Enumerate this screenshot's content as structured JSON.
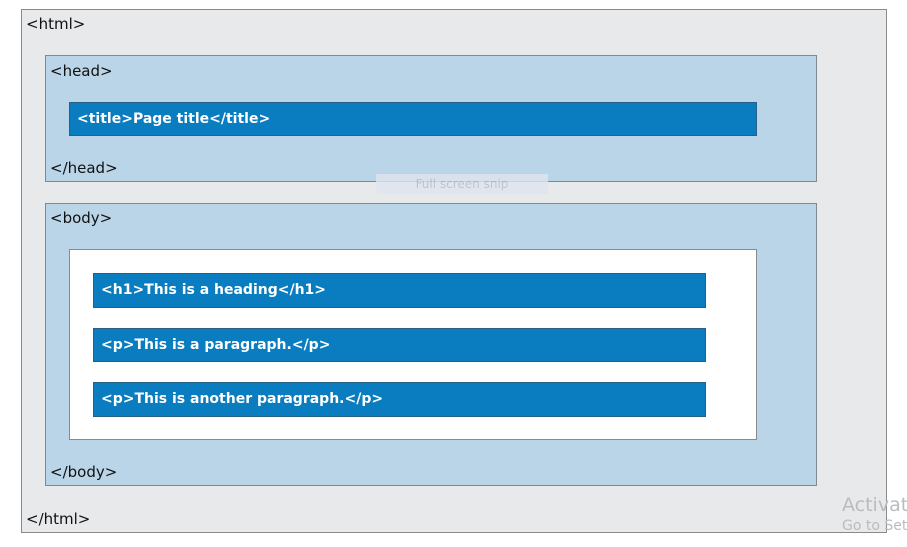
{
  "html": {
    "open": "<html>",
    "close": "</html>"
  },
  "head": {
    "open": "<head>",
    "close": "</head>",
    "title": "<title>Page title</title>"
  },
  "body": {
    "open": "<body>",
    "close": "</body>",
    "elements": [
      "<h1>This is a heading</h1>",
      "<p>This is a paragraph.</p>",
      "<p>This is another paragraph.</p>"
    ]
  },
  "overlay": {
    "snip": "Full screen snip"
  },
  "watermark": {
    "line1": "Activate",
    "line2": "Go to Sett"
  },
  "colors": {
    "element_bar": "#0a7dc0",
    "section": "#bad5e8",
    "outer": "#e8e9eb"
  }
}
